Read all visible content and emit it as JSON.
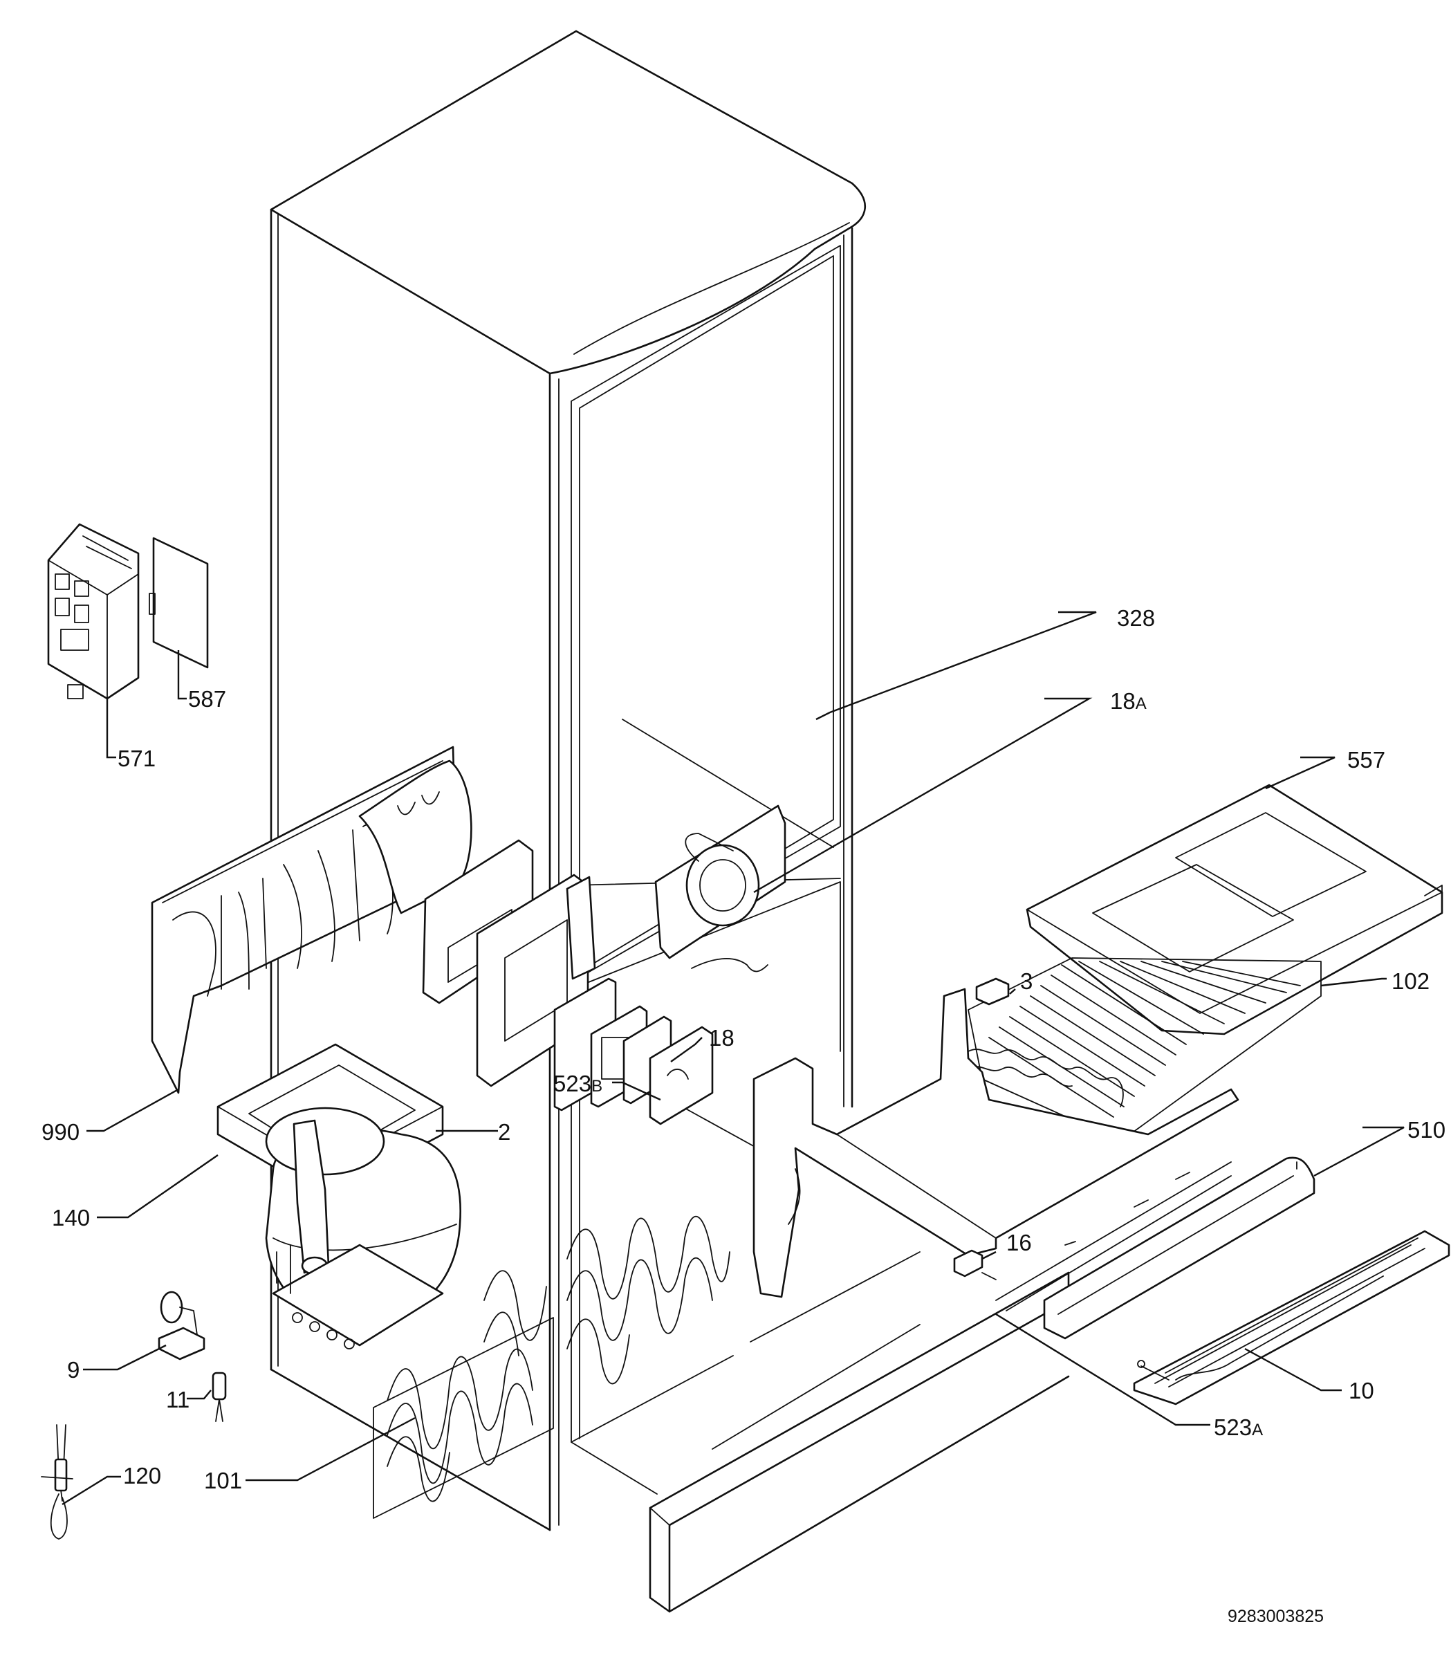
{
  "diagram": {
    "document_number": "9283003825",
    "callouts": [
      {
        "id": "328",
        "num": "328",
        "suffix": ""
      },
      {
        "id": "18A",
        "num": "18",
        "suffix": "A"
      },
      {
        "id": "557",
        "num": "557",
        "suffix": ""
      },
      {
        "id": "102",
        "num": "102",
        "suffix": ""
      },
      {
        "id": "3",
        "num": "3",
        "suffix": ""
      },
      {
        "id": "18",
        "num": "18",
        "suffix": ""
      },
      {
        "id": "510",
        "num": "510",
        "suffix": ""
      },
      {
        "id": "2",
        "num": "2",
        "suffix": ""
      },
      {
        "id": "523B",
        "num": "523",
        "suffix": "B"
      },
      {
        "id": "16",
        "num": "16",
        "suffix": ""
      },
      {
        "id": "10",
        "num": "10",
        "suffix": ""
      },
      {
        "id": "523A",
        "num": "523",
        "suffix": "A"
      },
      {
        "id": "990",
        "num": "990",
        "suffix": ""
      },
      {
        "id": "140",
        "num": "140",
        "suffix": ""
      },
      {
        "id": "9",
        "num": "9",
        "suffix": ""
      },
      {
        "id": "11",
        "num": "11",
        "suffix": ""
      },
      {
        "id": "120",
        "num": "120",
        "suffix": ""
      },
      {
        "id": "101",
        "num": "101",
        "suffix": ""
      },
      {
        "id": "587",
        "num": "587",
        "suffix": ""
      },
      {
        "id": "571",
        "num": "571",
        "suffix": ""
      }
    ]
  }
}
